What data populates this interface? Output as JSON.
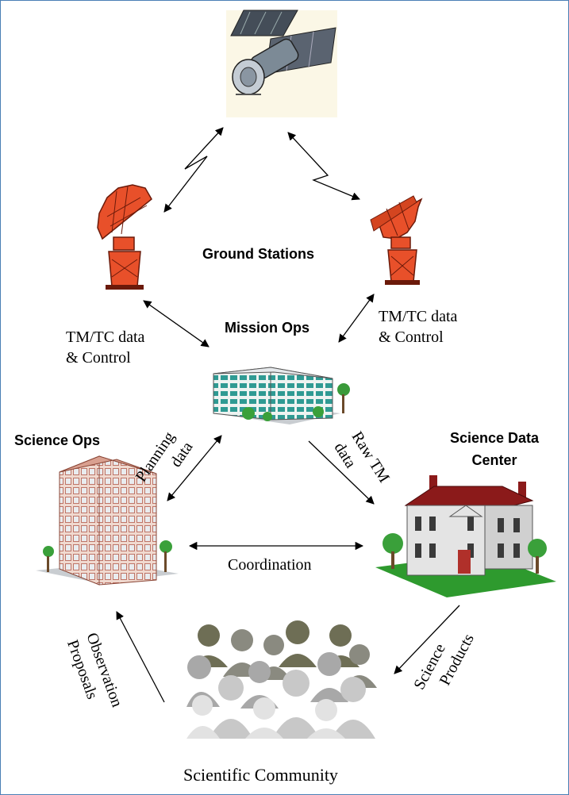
{
  "nodes": {
    "ground_stations": "Ground Stations",
    "mission_ops": "Mission Ops",
    "science_ops": "Science Ops",
    "science_data_center_line1": "Science Data",
    "science_data_center_line2": "Center",
    "scientific_community": "Scientific Community"
  },
  "edges": {
    "tmtc_left_line1": "TM/TC data",
    "tmtc_left_line2": "& Control",
    "tmtc_right_line1": "TM/TC data",
    "tmtc_right_line2": "& Control",
    "planning_line1": "Planning",
    "planning_line2": "data",
    "raw_tm_line1": "Raw TM",
    "raw_tm_line2": "data",
    "coordination": "Coordination",
    "observation_line1": "Observation",
    "observation_line2": "Proposals",
    "science_products_line1": "Science",
    "science_products_line2": "Products"
  },
  "colors": {
    "frame": "#4a7fb5",
    "dish": "#e8502a",
    "roof": "#8b1a1a",
    "grass": "#2e9a2e"
  }
}
